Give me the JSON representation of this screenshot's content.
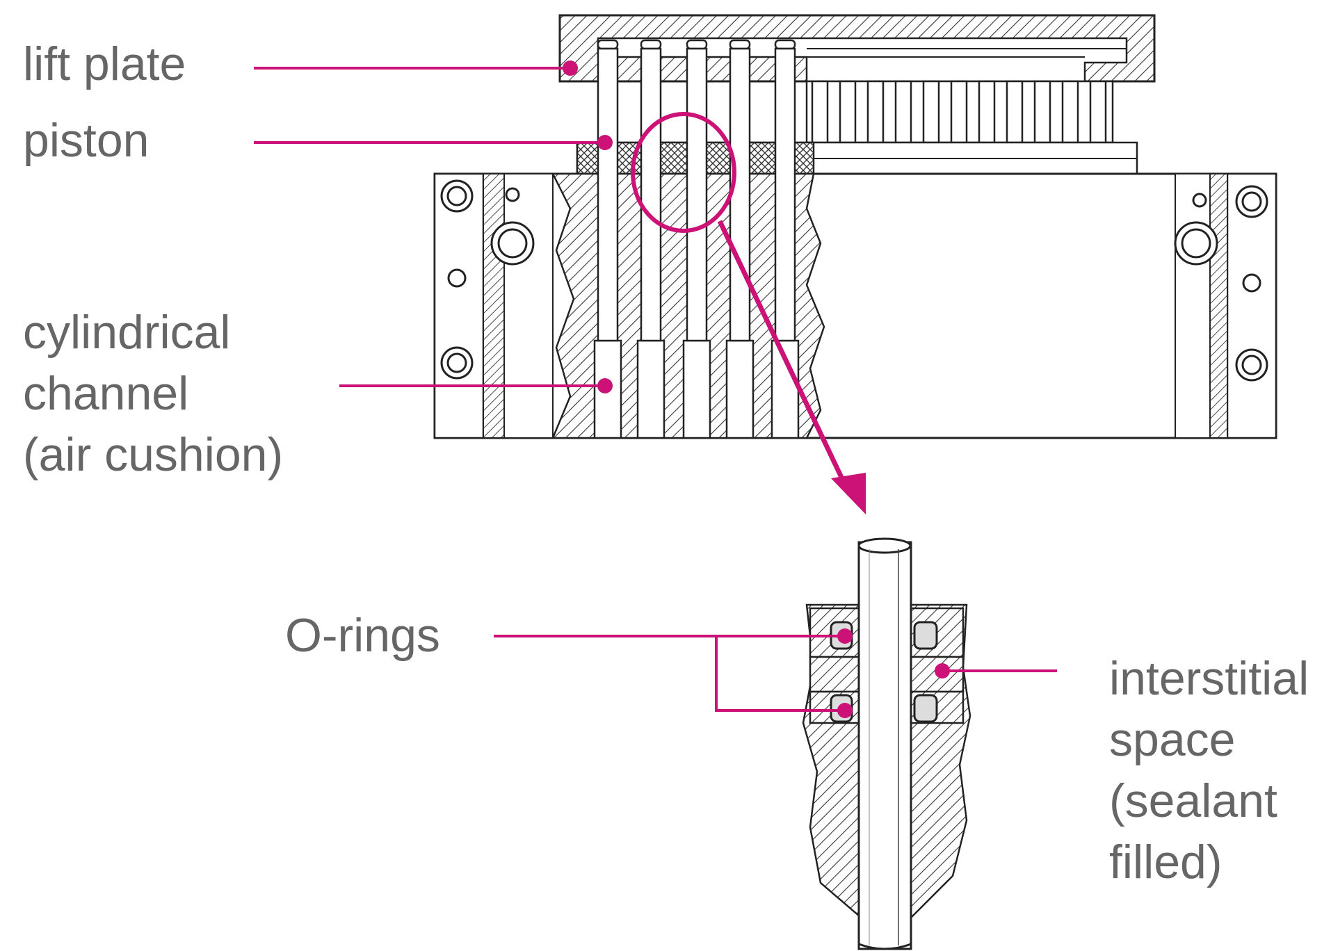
{
  "labels": {
    "lift_plate": "lift plate",
    "piston": "piston",
    "cylindrical_channel": [
      "cylindrical",
      "channel",
      "(air cushion)"
    ],
    "o_rings": "O-rings",
    "interstitial_space": [
      "interstitial",
      "space",
      "(sealant",
      "filled)"
    ]
  },
  "colors": {
    "leader": "#cc1177",
    "label_text": "#666666",
    "drawing": "#222222"
  }
}
